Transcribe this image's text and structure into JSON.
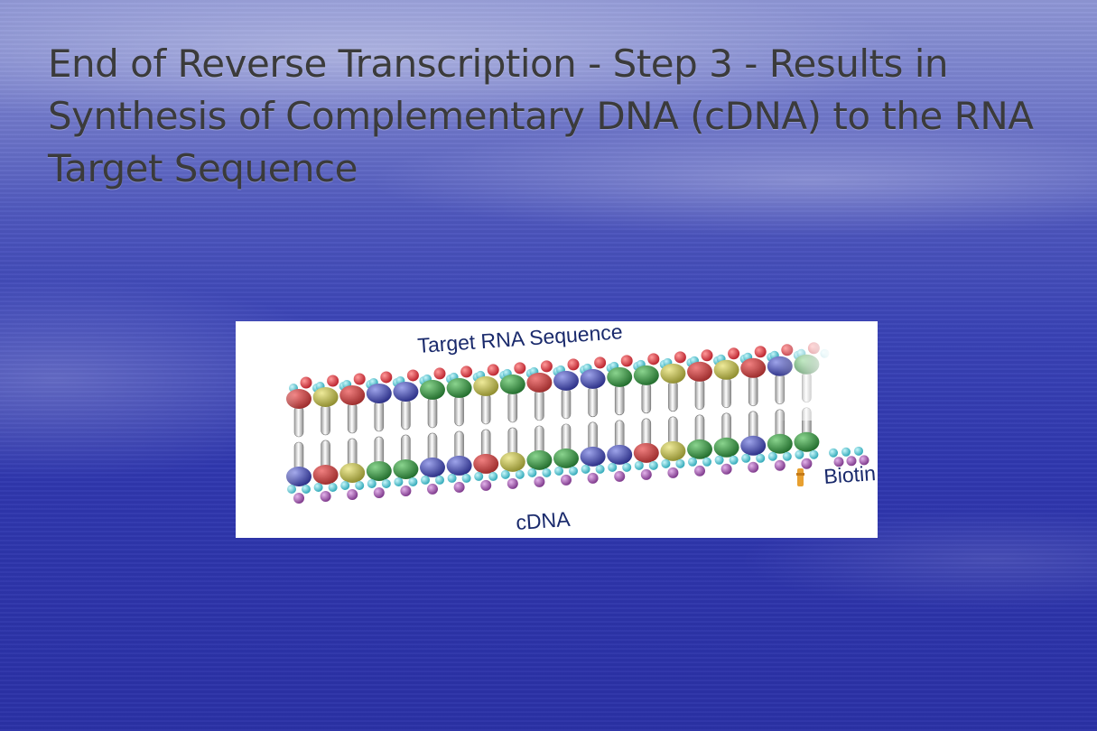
{
  "slide": {
    "title": "End of Reverse Transcription - Step 3 - Results in Synthesis of Complementary DNA (cDNA) to the RNA Target Sequence"
  },
  "diagram": {
    "labels": {
      "target_rna": "Target RNA Sequence",
      "cdna": "cDNA",
      "biotin": "Biotin"
    }
  },
  "colors": {
    "background": "#2f37ae",
    "title_text": "#3b3b3b",
    "label_text": "#1a2a6c",
    "rna_backbone": "#e03a3a",
    "cdna_backbone": "#9b4fa6",
    "phosphate": "#46c2cf",
    "base_red": "#c83a3a",
    "base_yellow": "#b9b23a",
    "base_green": "#2f8a3a",
    "base_blue": "#3a3fa0",
    "biotin_tag": "#e8a030"
  }
}
